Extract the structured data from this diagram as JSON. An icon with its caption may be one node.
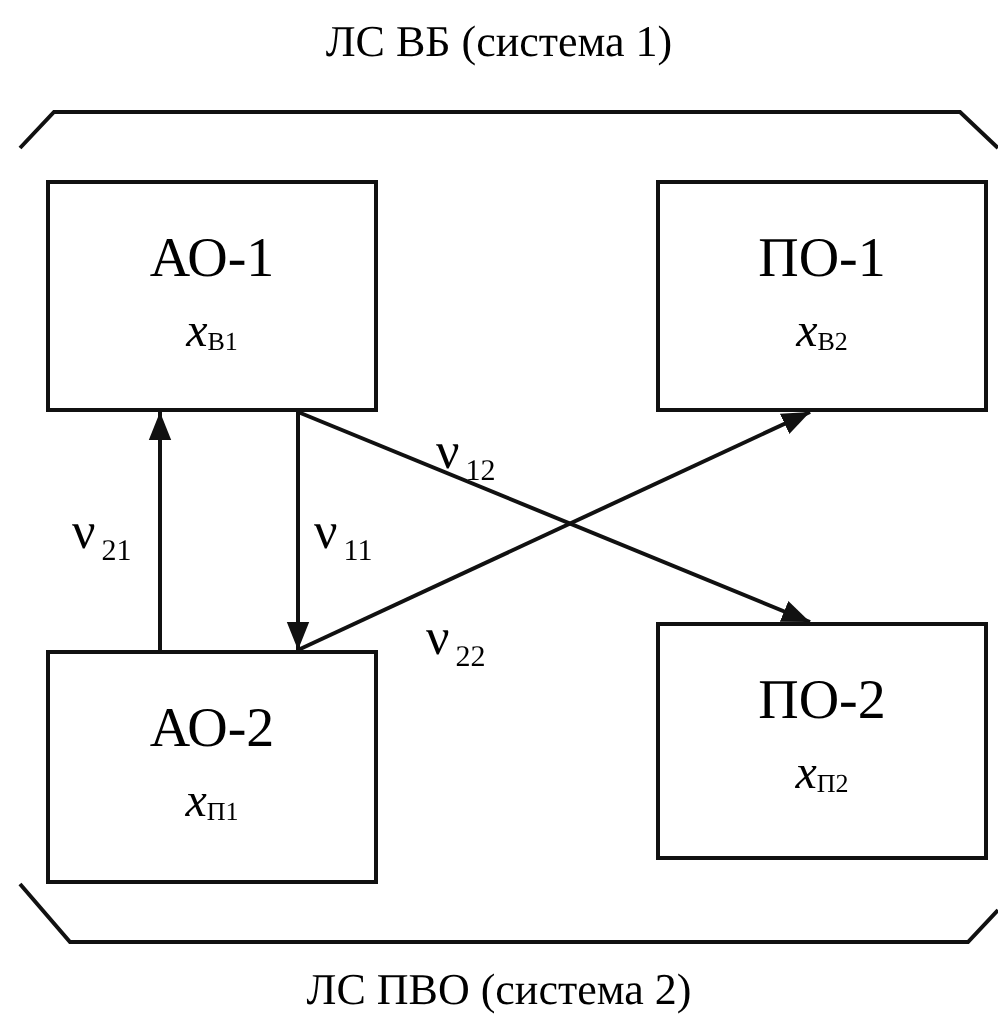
{
  "diagram": {
    "nodes": [
      {
        "text": [
          "АО-1",
          "*x*$_{В1}$"
        ]
      },
      {
        "text": [
          "ПО-1",
          "*x*$_{В2}$"
        ]
      },
      {
        "text": [
          "АО-2",
          "*x*$_{П1}$"
        ]
      },
      {
        "text": [
          "ПО-2",
          "*x*$_{П2}$"
        ]
      }
    ],
    "edges": [
      {
        "from": 2,
        "to": 0,
        "arrow": "to",
        "label": "ν$_{21}$"
      },
      {
        "from": 0,
        "to": 2,
        "arrow": "to",
        "label": "ν$_{11}$"
      },
      {
        "from": 0,
        "to": 3,
        "arrow": "to",
        "label": "ν$_{12}$"
      },
      {
        "from": 2,
        "to": 1,
        "arrow": "to",
        "label": "ν$_{22}$"
      }
    ],
    "labels": [
      "ЛС ВБ (система 1)",
      "ЛС ПВО (система 2)"
    ]
  }
}
